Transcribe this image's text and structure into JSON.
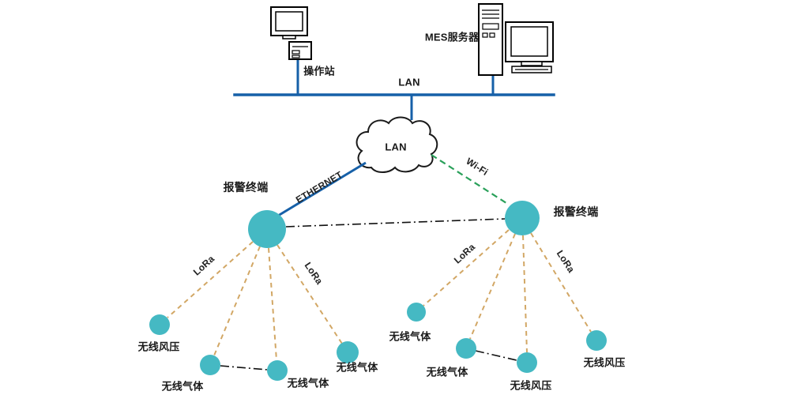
{
  "colors": {
    "lan_blue": "#1660a8",
    "wifi_green": "#2aa05a",
    "lora_tan": "#d2a765",
    "node_teal": "#45b9c3"
  },
  "top": {
    "operator_station_label": "操作站",
    "mes_server_label": "MES服务器",
    "lan_bus_label": "LAN"
  },
  "cloud": {
    "label": "LAN"
  },
  "links": {
    "ethernet": "ETHERNET",
    "wifi": "Wi-Fi",
    "lora": "LoRa"
  },
  "terminals": {
    "left": {
      "label": "报警终端"
    },
    "right": {
      "label": "报警终端"
    }
  },
  "sensors": {
    "left": [
      {
        "label": "无线风压"
      },
      {
        "label": "无线气体"
      },
      {
        "label": "无线气体"
      },
      {
        "label": "无线气体"
      }
    ],
    "right": [
      {
        "label": "无线气体"
      },
      {
        "label": "无线气体"
      },
      {
        "label": "无线风压"
      },
      {
        "label": "无线风压"
      }
    ]
  }
}
